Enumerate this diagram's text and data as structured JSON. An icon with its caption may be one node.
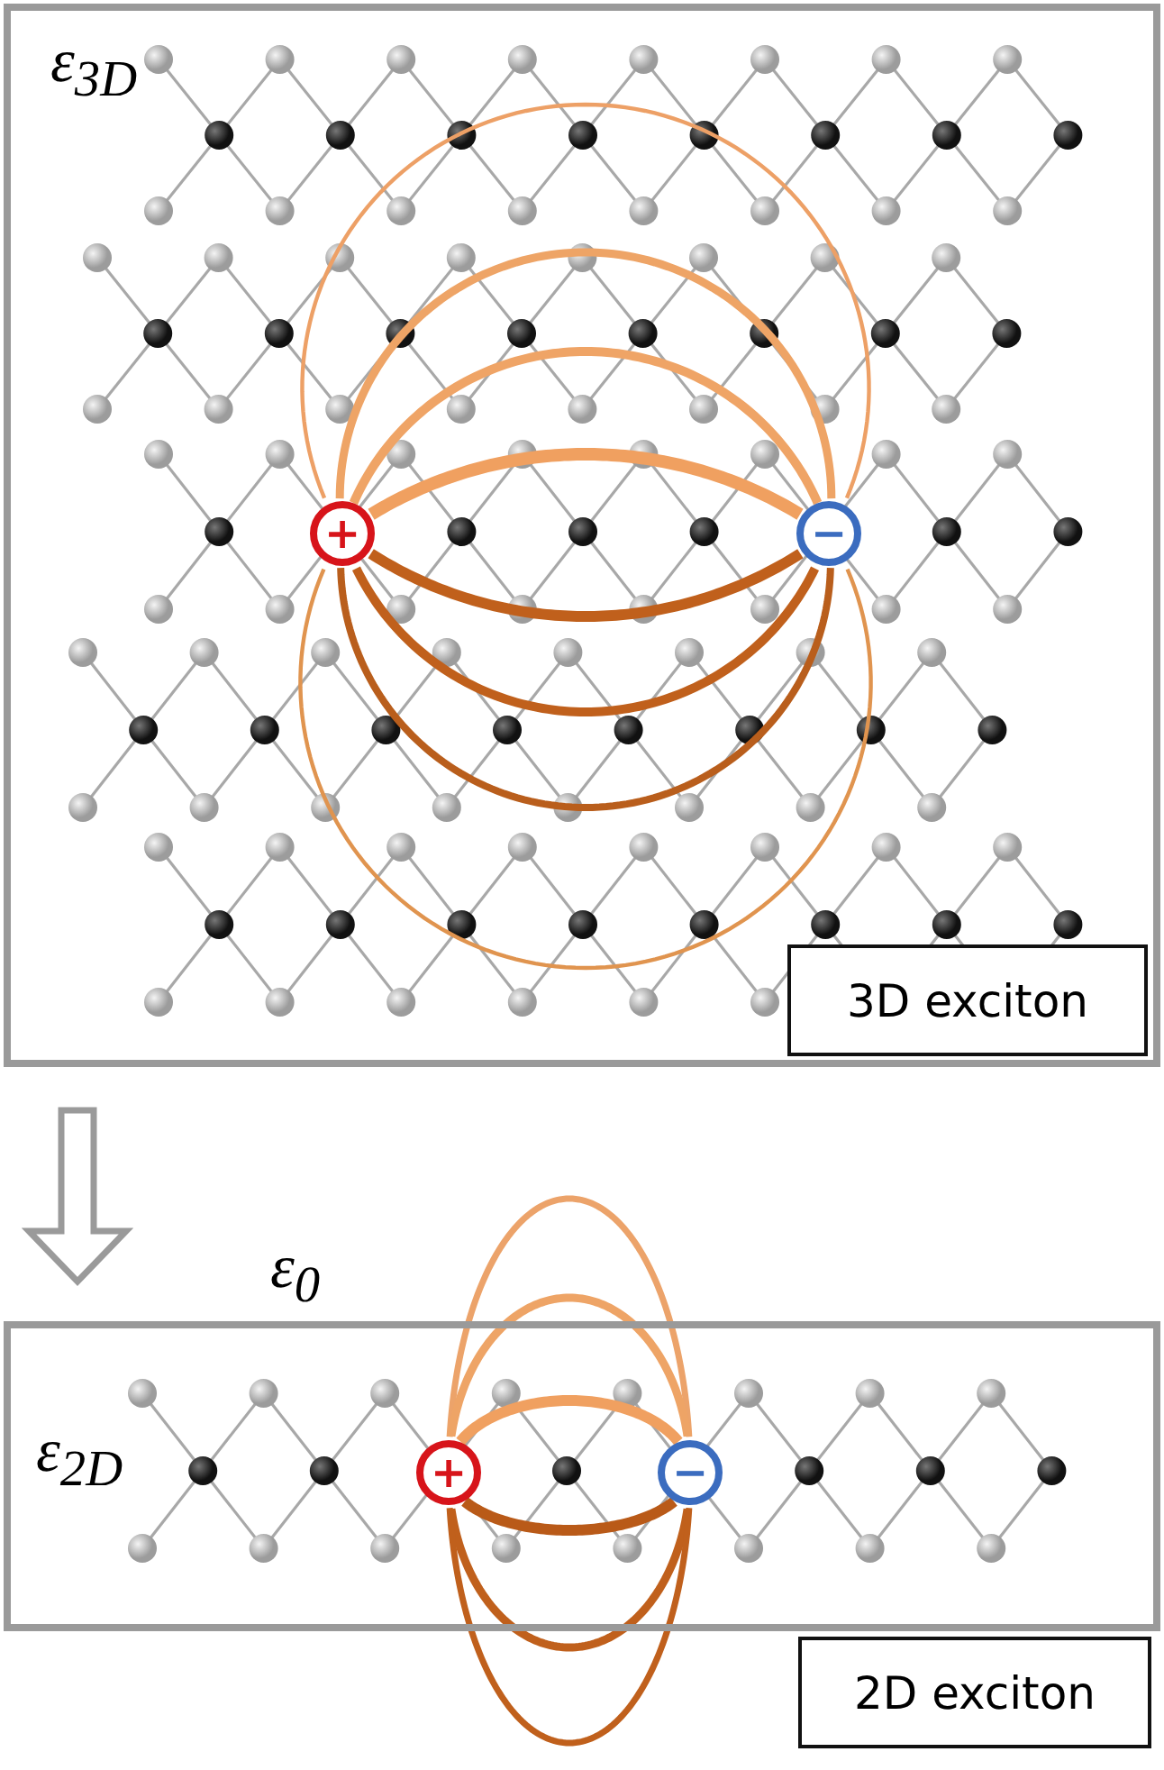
{
  "diagram": {
    "nodes": [
      {
        "text": [
          "ε$_{3D}$"
        ]
      },
      {
        "text": [
          "3D exciton"
        ],
        "in": 0
      },
      {
        "text": [
          "+"
        ],
        "in": 0
      },
      {
        "text": [
          "−"
        ],
        "in": 0
      },
      {
        "text": [
          "ε$_{0}$",
          "ε$_{2D}$"
        ]
      },
      {
        "text": [
          "+"
        ],
        "in": 4
      },
      {
        "text": [
          "−"
        ],
        "in": 4
      },
      {
        "text": [
          "2D exciton"
        ]
      }
    ],
    "edges": [
      {
        "from": 0,
        "to": 4,
        "arrow": "to"
      },
      {
        "from": 2,
        "to": 3,
        "arrow": "none",
        "color": "#eda066"
      },
      {
        "from": 2,
        "to": 3,
        "arrow": "none",
        "color": "#eea466"
      },
      {
        "from": 2,
        "to": 3,
        "arrow": "none",
        "color": "#efa466"
      },
      {
        "from": 2,
        "to": 3,
        "arrow": "none",
        "color": "#f0a060"
      },
      {
        "from": 2,
        "to": 3,
        "arrow": "none",
        "color": "#c0601c"
      },
      {
        "from": 2,
        "to": 3,
        "arrow": "none",
        "color": "#c0601c"
      },
      {
        "from": 2,
        "to": 3,
        "arrow": "none",
        "color": "#b95e1c"
      },
      {
        "from": 2,
        "to": 3,
        "arrow": "none",
        "color": "#e0944f"
      },
      {
        "from": 5,
        "to": 6,
        "arrow": "none",
        "color": "#eca36a"
      },
      {
        "from": 5,
        "to": 6,
        "arrow": "none",
        "color": "#eea466"
      },
      {
        "from": 5,
        "to": 6,
        "arrow": "none",
        "color": "#f0a060"
      },
      {
        "from": 5,
        "to": 6,
        "arrow": "none",
        "color": "#b95a18"
      },
      {
        "from": 5,
        "to": 6,
        "arrow": "none",
        "color": "#c0601c"
      },
      {
        "from": 5,
        "to": 6,
        "arrow": "none",
        "color": "#c0601c"
      }
    ]
  }
}
